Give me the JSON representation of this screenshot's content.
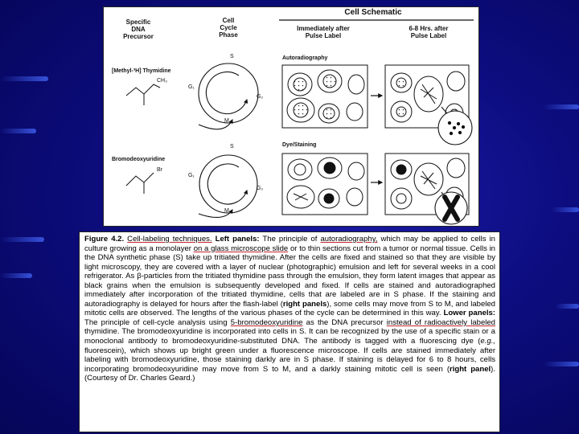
{
  "figure": {
    "headers": {
      "precursor": "Specific\nDNA\nPrecursor",
      "phase": "Cell\nCycle\nPhase",
      "schematic": "Cell Schematic",
      "immediate": "Immediately after\nPulse Label",
      "later": "6-8 Hrs. after\nPulse Label"
    },
    "upper": {
      "compound": "[Methyl-³H] Thymidine",
      "group": "CH₃",
      "method": "Autoradiography"
    },
    "lower": {
      "compound": "Bromodeoxyuridine",
      "group": "Br",
      "method": "Dye/Staining"
    },
    "phases": {
      "s": "S",
      "g1": "G₁",
      "g2": "G₂",
      "m": "M"
    }
  },
  "caption": {
    "figure_label": "Figure 4.2.",
    "title": "Cell-labeling techniques.",
    "left_panels_label": "Left panels:",
    "seg1": "The principle of",
    "autoradiography": "autoradiography,",
    "seg2": "which may be applied to cells in culture growing as a monolayer",
    "seg2b": "on a glass microscope slide",
    "seg3": "or to thin sections cut from a tumor or normal tissue. Cells in the DNA synthetic phase (S) take up tritiated thymidine. After the cells are fixed and stained so that they are visible by light microscopy, they are covered with a layer of nuclear (photographic) emulsion and left for several weeks in a cool refrigerator. As β-particles from the tritiated thymidine pass through the emulsion, they form latent images that appear as black grains when the emulsion is subsequently developed and fixed. If cells are stained and autoradiographed immediately after incorporation of the tritiated thymidine, cells that are labeled are in S phase. If the staining and autoradiography is delayed for hours after the flash-label (",
    "right_panels_label": "right panels",
    "seg4": "), some cells may move from S to M, and labeled mitotic cells are observed. The lengths of the various phases of the cycle can be determined in this way.",
    "lower_panels_label": "Lower panels:",
    "seg5": "The principle of cell-cycle analysis using",
    "brdu": "5-bromodeoxyuridine",
    "seg6": "as the DNA precursor",
    "instead": "instead of radioactively labeled",
    "seg7": "thymidine. The bromodeoxyuridine is incorporated into cells in S. It can be recognized by the use of a specific stain or a monoclonal antibody to bromodeoxyuridine-substituted DNA. The antibody is tagged with a fluorescing dye (",
    "eg": "e.g.,",
    "seg8": "fluorescein), which shows up bright green under a fluorescence microscope. If cells are stained immediately after labeling with bromodeoxyuridine, those staining darkly are in S phase. If staining is delayed for 6 to 8 hours, cells incorporating bromodeoxyuridine may move from S to M, and a darkly staining mitotic cell is seen (",
    "right_panel_label": "right panel",
    "seg9": "). (Courtesy of Dr. Charles Geard.)"
  },
  "colors": {
    "background": "#0d0d80",
    "accent_streak": "#3c5ae6",
    "underline_red": "#c0262c"
  }
}
